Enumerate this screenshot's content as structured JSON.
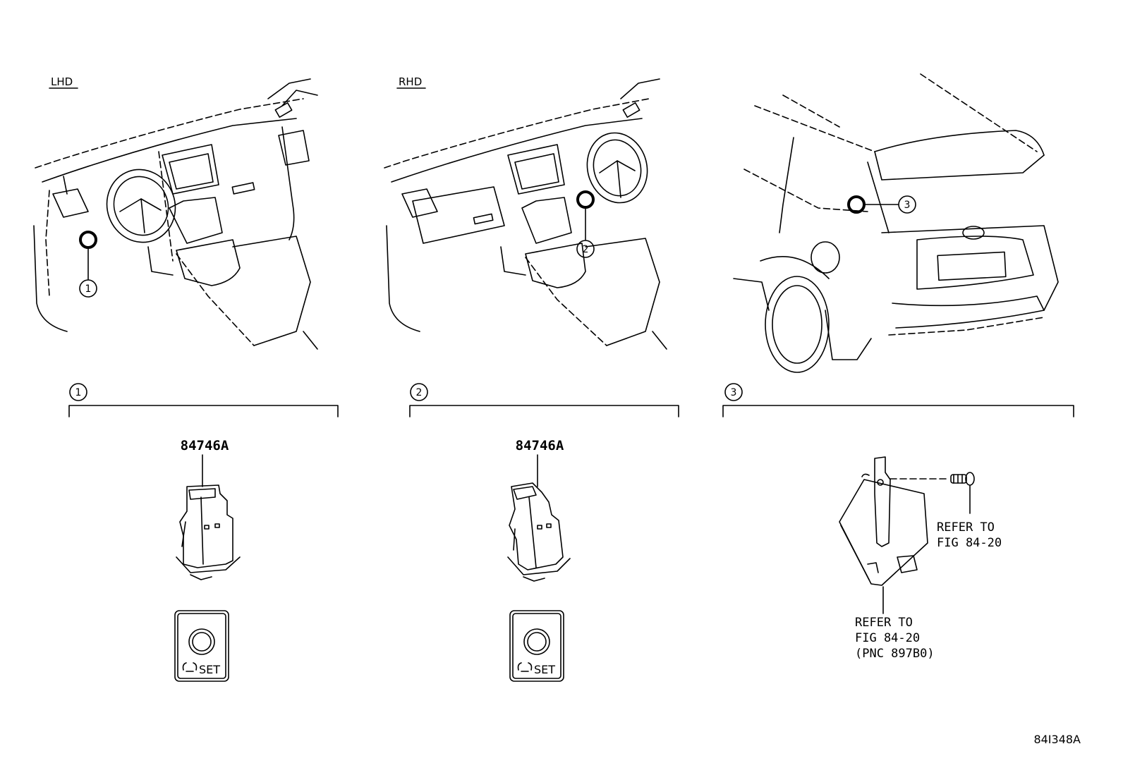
{
  "views": {
    "lhd": {
      "label": "LHD"
    },
    "rhd": {
      "label": "RHD"
    }
  },
  "callouts": {
    "c1": "1",
    "c2": "2",
    "c3": "3"
  },
  "sections": [
    {
      "number": "1",
      "part_number": "84746A",
      "switch_text": "SET"
    },
    {
      "number": "2",
      "part_number": "84746A",
      "switch_text": "SET"
    },
    {
      "number": "3"
    }
  ],
  "notes": {
    "bolt_ref": {
      "line1": "REFER TO",
      "line2": "FIG 84-20"
    },
    "bracket_ref": {
      "line1": "REFER TO",
      "line2": "FIG 84-20",
      "line3": "(PNC 897B0)"
    }
  },
  "diagram_code": "84I348A"
}
